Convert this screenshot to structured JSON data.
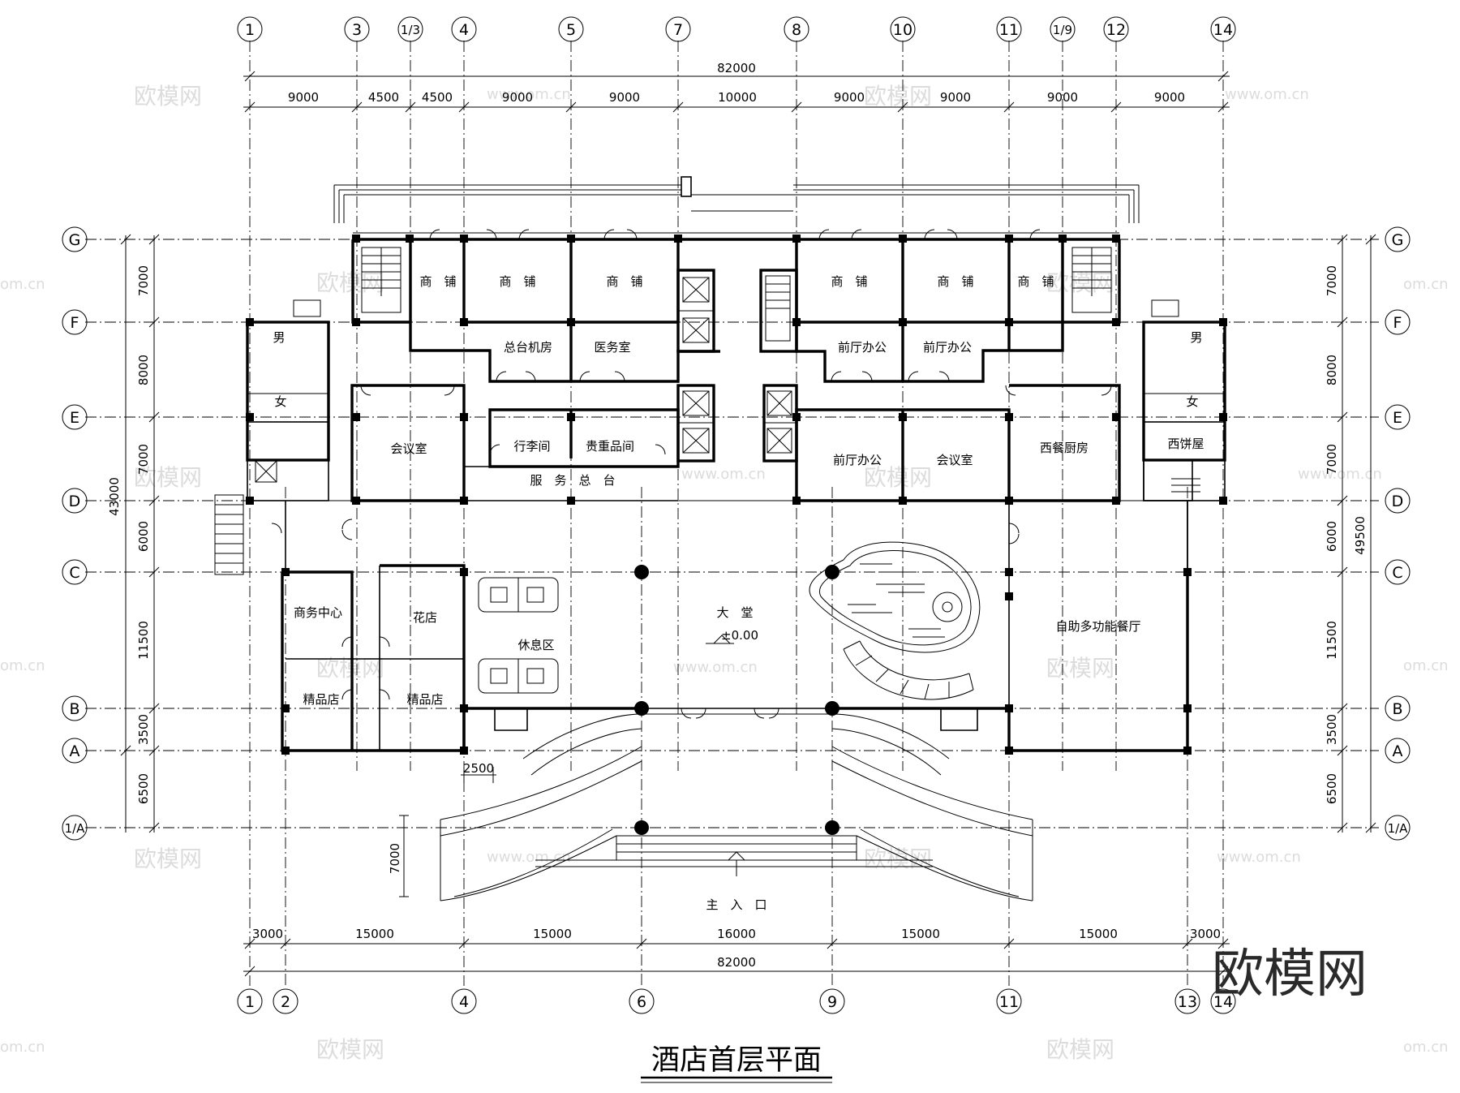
{
  "drawing": {
    "title": "酒店首层平面",
    "brand": "欧模网",
    "watermark_text": "欧模网",
    "watermark_url": "www.om.cn",
    "watermark_short": "om.cn"
  },
  "axes_top": [
    "1",
    "3",
    "1/3",
    "4",
    "5",
    "7",
    "8",
    "10",
    "11",
    "1/9",
    "12",
    "14"
  ],
  "axes_bottom": [
    "1",
    "2",
    "4",
    "6",
    "9",
    "11",
    "13",
    "14"
  ],
  "axes_rows": [
    "G",
    "F",
    "E",
    "D",
    "C",
    "B",
    "A",
    "1/A"
  ],
  "dims_top_total": "82000",
  "dims_top": [
    "9000",
    "4500",
    "4500",
    "9000",
    "9000",
    "10000",
    "9000",
    "9000",
    "9000",
    "9000"
  ],
  "dims_bottom_total": "82000",
  "dims_bottom": [
    "3000",
    "15000",
    "15000",
    "16000",
    "15000",
    "15000",
    "3000"
  ],
  "dims_left_total": "43000",
  "dims_left": [
    "7000",
    "8000",
    "7000",
    "6000",
    "11500",
    "3500",
    "6500"
  ],
  "dims_right_total": "49500",
  "dims_right": [
    "7000",
    "8000",
    "7000",
    "6000",
    "11500",
    "3500",
    "6500"
  ],
  "dims_misc": {
    "entry_width": "2500",
    "entry_depth": "7000",
    "level": "±0.00"
  },
  "rooms": {
    "shop": "商　铺",
    "switch_room": "总台机房",
    "clinic": "医务室",
    "front_office": "前厅办公",
    "meeting": "会议室",
    "luggage": "行李间",
    "valuables": "贵重品间",
    "reception": "服　务　总　台",
    "kitchen": "西餐厨房",
    "bakery": "西饼屋",
    "business": "商务中心",
    "flower": "花店",
    "boutique": "精品店",
    "lounge": "休息区",
    "lobby": "大　堂",
    "buffet": "自助多功能餐厅",
    "entrance": "主　入　口",
    "male": "男",
    "female": "女"
  },
  "colors": {
    "line": "#000000",
    "watermark": "#dcdcdc"
  }
}
